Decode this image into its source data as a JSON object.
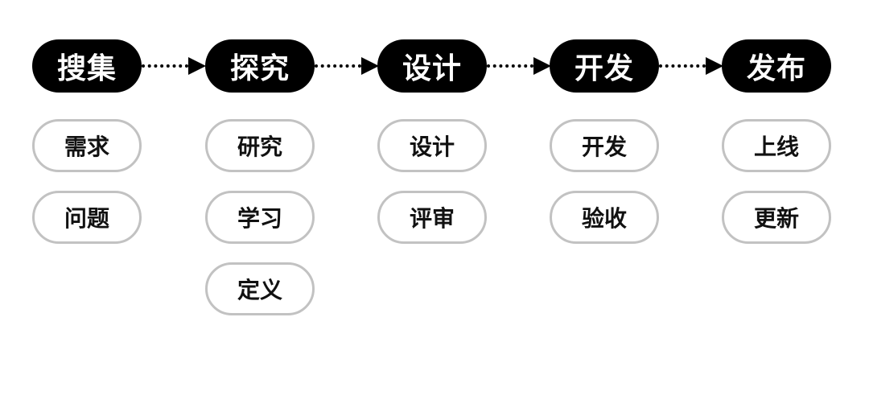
{
  "stages": [
    {
      "label": "搜集",
      "tasks": [
        "需求",
        "问题"
      ]
    },
    {
      "label": "探究",
      "tasks": [
        "研究",
        "学习",
        "定义"
      ]
    },
    {
      "label": "设计",
      "tasks": [
        "设计",
        "评审"
      ]
    },
    {
      "label": "开发",
      "tasks": [
        "开发",
        "验收"
      ]
    },
    {
      "label": "发布",
      "tasks": [
        "上线",
        "更新"
      ]
    }
  ],
  "colors": {
    "stage_bg": "#000000",
    "stage_text": "#ffffff",
    "task_border": "#c2c2c2",
    "task_text": "#111111",
    "connector": "#000000"
  }
}
